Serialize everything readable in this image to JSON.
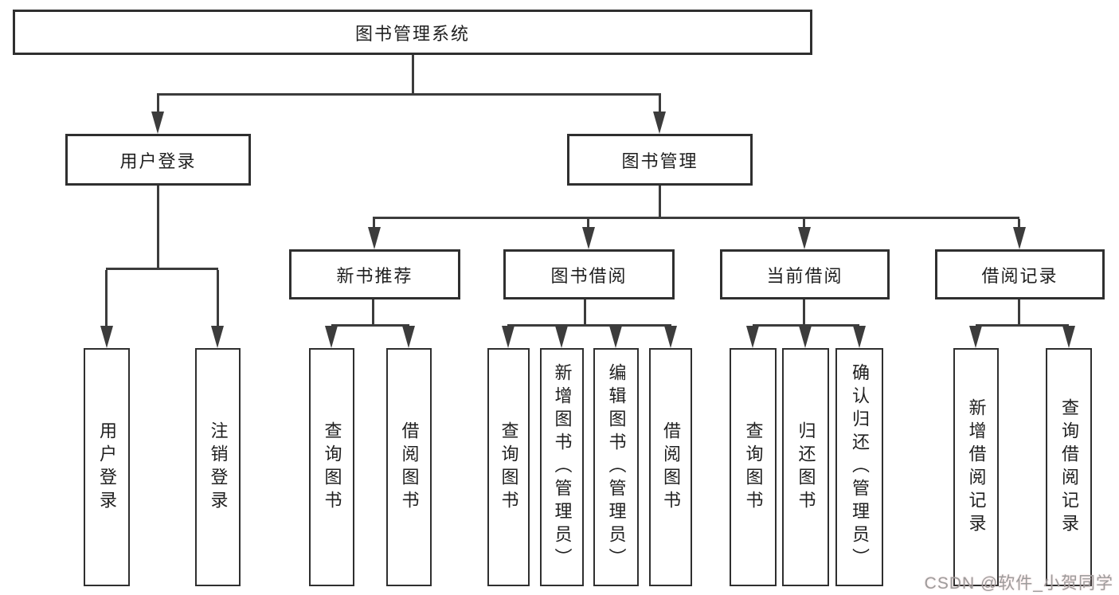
{
  "diagram": {
    "title": "图书管理系统",
    "level2": [
      {
        "label": "用户登录"
      },
      {
        "label": "图书管理"
      }
    ],
    "level3": [
      {
        "label": "新书推荐"
      },
      {
        "label": "图书借阅"
      },
      {
        "label": "当前借阅"
      },
      {
        "label": "借阅记录"
      }
    ],
    "leaves": {
      "user_login": [
        "用户登录",
        "注销登录"
      ],
      "new_books": [
        "查询图书",
        "借阅图书"
      ],
      "book_borrow": [
        "查询图书",
        "新增图书（管理员）",
        "编辑图书（管理员）",
        "借阅图书"
      ],
      "current_borrow": [
        "查询图书",
        "归还图书",
        "确认归还（管理员）"
      ],
      "borrow_records": [
        "新增借阅记录",
        "查询借阅记录"
      ]
    },
    "watermark": "CSDN @软件_小贺同学",
    "colors": {
      "line": "#3c3c3c",
      "box_border": "#2f2f2f",
      "text": "#1f1f1f",
      "watermark": "#9c9c9c",
      "background": "#ffffff"
    }
  }
}
